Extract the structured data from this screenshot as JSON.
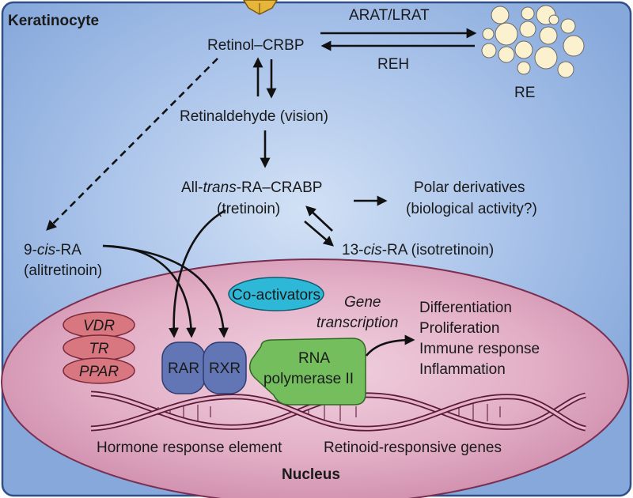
{
  "cell_label": "Keratinocyte",
  "nucleus_label": "Nucleus",
  "retinol": "Retinol–CRBP",
  "enzyme_forward": "ARAT/LRAT",
  "enzyme_reverse": "REH",
  "re_label": "RE",
  "retinaldehyde": "Retinaldehyde (vision)",
  "atra": {
    "pre": "All-",
    "italic": "trans",
    "post": "-RA–CRABP"
  },
  "tretinoin": "(tretinoin)",
  "polar": {
    "line1": "Polar derivatives",
    "line2": "(biological activity?)"
  },
  "isotretinoin": {
    "pre": "13-",
    "italic": "cis",
    "post": "-RA (isotretinoin)"
  },
  "ninecis": {
    "pre": "9-",
    "italic": "cis",
    "post": "-RA"
  },
  "alitretinoin": "(alitretinoin)",
  "coactivators": "Co-activators",
  "gene_transcription": {
    "line1": "Gene",
    "line2": "transcription"
  },
  "receptors": [
    "VDR",
    "TR",
    "PPAR"
  ],
  "rar": "RAR",
  "rxr": "RXR",
  "rna_pol": {
    "line1": "RNA",
    "line2": "polymerase II"
  },
  "outcomes": [
    "Differentiation",
    "Proliferation",
    "Immune response",
    "Inflammation"
  ],
  "hre": "Hormone response element",
  "genes": "Retinoid-responsive genes",
  "colors": {
    "cell_fill": "#8eb0df",
    "cell_border": "#2f4f86",
    "nucleus_fill": "#d99ab5",
    "nucleus_border": "#7a2f50",
    "receptor_fill": "#d8777f",
    "rar_rxr_fill": "#6275b5",
    "rna_pol_fill": "#74be5e",
    "coactivator_fill": "#2db8d8",
    "re_fill": "#fbf1cf",
    "gold": "#e8b53b"
  }
}
